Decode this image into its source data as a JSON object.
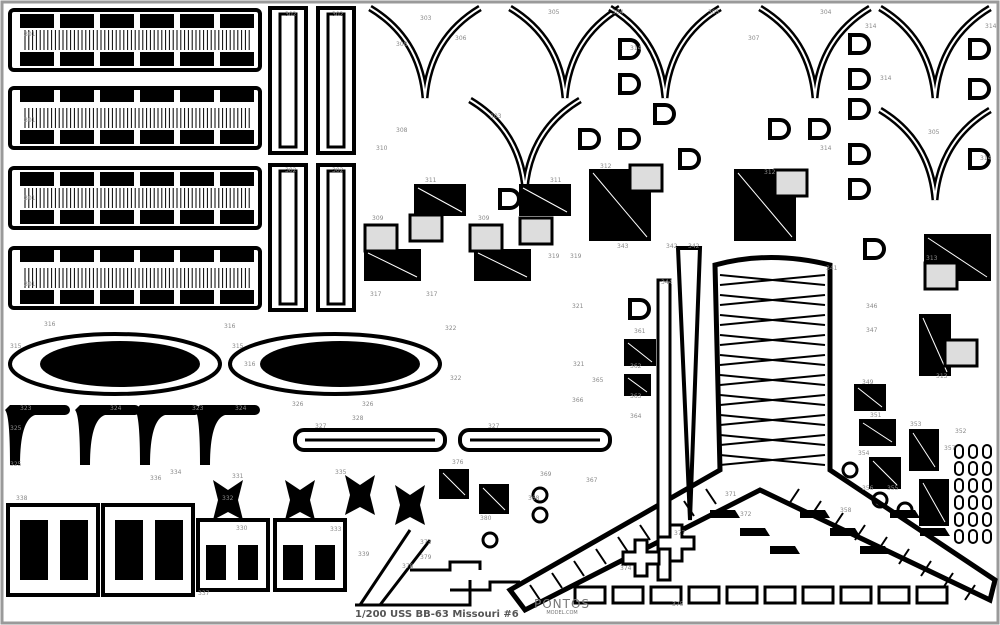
{
  "fret": {
    "title": "1/200 USS BB-63 Missouri #6",
    "logo": {
      "brand": "PONTOS",
      "site": "MODEL.COM"
    },
    "colors": {
      "metal": "#000000",
      "background": "#ffffff",
      "frame": "#9a9a9a",
      "label": "#8a8a8a"
    }
  },
  "part_labels": [
    "301",
    "301",
    "301",
    "301",
    "302",
    "302",
    "302",
    "302",
    "303",
    "303",
    "304",
    "304",
    "305",
    "305",
    "305",
    "306",
    "307",
    "308",
    "308",
    "309",
    "309",
    "310",
    "311",
    "311",
    "312",
    "312",
    "313",
    "313",
    "314",
    "314",
    "314",
    "314",
    "314",
    "314",
    "315",
    "315",
    "316",
    "316",
    "316",
    "317",
    "317",
    "319",
    "319",
    "321",
    "321",
    "322",
    "322",
    "323",
    "323",
    "324",
    "324",
    "325",
    "325",
    "326",
    "326",
    "327",
    "327",
    "328",
    "330",
    "331",
    "332",
    "333",
    "334",
    "335",
    "336",
    "337",
    "338",
    "339",
    "341",
    "342",
    "342",
    "343",
    "344",
    "346",
    "347",
    "349",
    "351",
    "352",
    "353",
    "354",
    "355",
    "356",
    "357",
    "358",
    "361",
    "362",
    "363",
    "364",
    "365",
    "366",
    "367",
    "368",
    "369",
    "371",
    "372",
    "373",
    "374",
    "375",
    "376",
    "377",
    "378",
    "379",
    "380"
  ]
}
